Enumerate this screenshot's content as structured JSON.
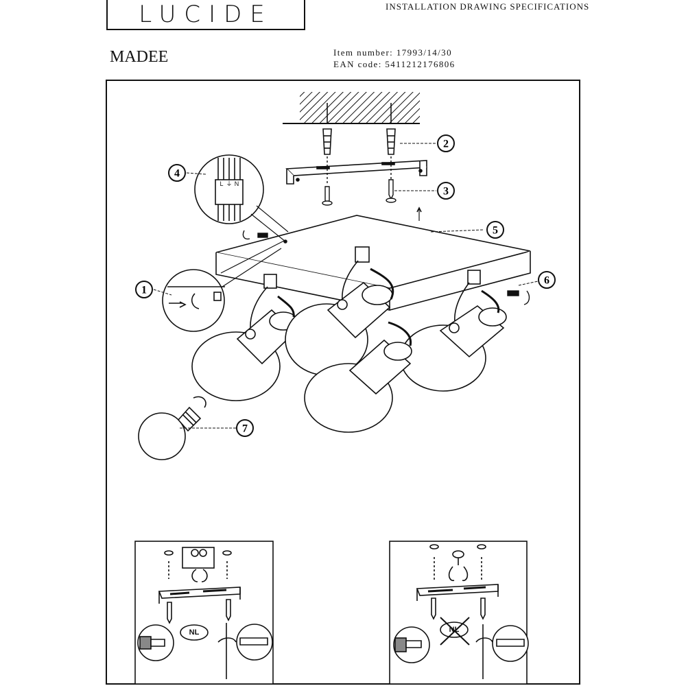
{
  "header": {
    "brand": "LUCIDE",
    "document_title": "INSTALLATION DRAWING SPECIFICATIONS",
    "product_name": "MADEE",
    "item_number": "Item number: 17993/14/30",
    "ean_code": "EAN code: 5411212176806"
  },
  "callouts": [
    "1",
    "2",
    "3",
    "4",
    "5",
    "6",
    "7"
  ],
  "terminal": {
    "l": "L",
    "earth": "⏚",
    "n": "N"
  },
  "inset_left": {
    "badge": "NL"
  },
  "inset_right": {
    "badge": "NL"
  }
}
